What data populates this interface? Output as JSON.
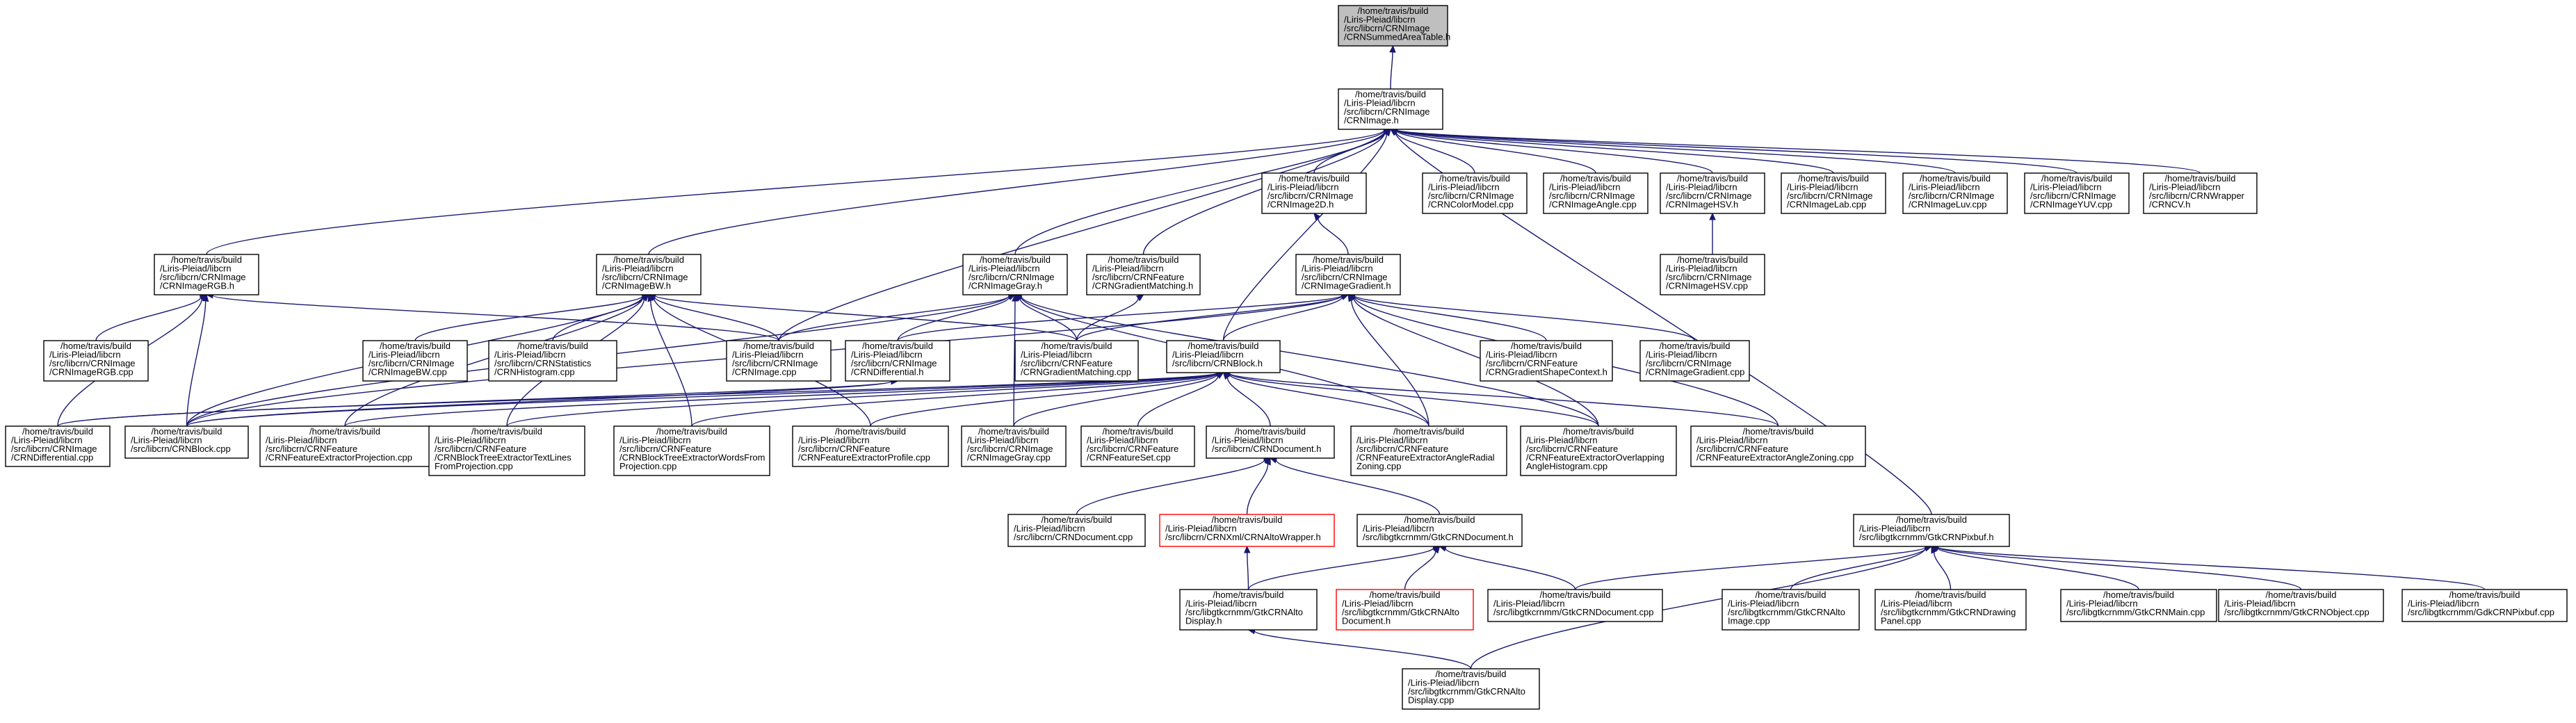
{
  "graph": {
    "root": "n0",
    "colors": {
      "edge": "#191970",
      "node_border": "#000000",
      "root_fill": "#bfbfbf",
      "missing_border": "#ff0000"
    },
    "nodes": {
      "n0": {
        "lines": [
          "/home/travis/build",
          "/Liris-Pleiad/libcrn",
          "/src/libcrn/CRNImage",
          "/CRNSummedAreaTable.h"
        ],
        "root": true
      },
      "n1": {
        "lines": [
          "/home/travis/build",
          "/Liris-Pleiad/libcrn",
          "/src/libcrn/CRNImage",
          "/CRNImage.h"
        ]
      },
      "n2": {
        "lines": [
          "/home/travis/build",
          "/Liris-Pleiad/libcrn",
          "/src/libcrn/CRNImage",
          "/CRNImageRGB.h"
        ]
      },
      "n3": {
        "lines": [
          "/home/travis/build",
          "/Liris-Pleiad/libcrn",
          "/src/libcrn/CRNImage",
          "/CRNImageBW.h"
        ]
      },
      "n4": {
        "lines": [
          "/home/travis/build",
          "/Liris-Pleiad/libcrn",
          "/src/libcrn/CRNImage",
          "/CRNImageGray.h"
        ]
      },
      "n5": {
        "lines": [
          "/home/travis/build",
          "/Liris-Pleiad/libcrn",
          "/src/libcrn/CRNFeature",
          "/CRNGradientMatching.h"
        ]
      },
      "n6": {
        "lines": [
          "/home/travis/build",
          "/Liris-Pleiad/libcrn",
          "/src/libcrn/CRNImage",
          "/CRNImage2D.h"
        ]
      },
      "n7": {
        "lines": [
          "/home/travis/build",
          "/Liris-Pleiad/libcrn",
          "/src/libcrn/CRNImage",
          "/CRNColorModel.cpp"
        ]
      },
      "n8": {
        "lines": [
          "/home/travis/build",
          "/Liris-Pleiad/libcrn",
          "/src/libcrn/CRNImage",
          "/CRNImageAngle.cpp"
        ]
      },
      "n9": {
        "lines": [
          "/home/travis/build",
          "/Liris-Pleiad/libcrn",
          "/src/libcrn/CRNImage",
          "/CRNImageHSV.h"
        ]
      },
      "n10": {
        "lines": [
          "/home/travis/build",
          "/Liris-Pleiad/libcrn",
          "/src/libcrn/CRNImage",
          "/CRNImageLab.cpp"
        ]
      },
      "n11": {
        "lines": [
          "/home/travis/build",
          "/Liris-Pleiad/libcrn",
          "/src/libcrn/CRNImage",
          "/CRNImageLuv.cpp"
        ]
      },
      "n12": {
        "lines": [
          "/home/travis/build",
          "/Liris-Pleiad/libcrn",
          "/src/libcrn/CRNImage",
          "/CRNImageYUV.cpp"
        ]
      },
      "n13": {
        "lines": [
          "/home/travis/build",
          "/Liris-Pleiad/libcrn",
          "/src/libcrn/CRNWrapper",
          "/CRNCV.h"
        ]
      },
      "n14": {
        "lines": [
          "/home/travis/build",
          "/Liris-Pleiad/libcrn",
          "/src/libcrn/CRNImage",
          "/CRNImageGradient.h"
        ]
      },
      "n15": {
        "lines": [
          "/home/travis/build",
          "/Liris-Pleiad/libcrn",
          "/src/libcrn/CRNImage",
          "/CRNImageHSV.cpp"
        ]
      },
      "n16": {
        "lines": [
          "/home/travis/build",
          "/Liris-Pleiad/libcrn",
          "/src/libcrn/CRNImage",
          "/CRNImageRGB.cpp"
        ]
      },
      "n17": {
        "lines": [
          "/home/travis/build",
          "/Liris-Pleiad/libcrn",
          "/src/libcrn/CRNImage",
          "/CRNImageBW.cpp"
        ]
      },
      "n18": {
        "lines": [
          "/home/travis/build",
          "/Liris-Pleiad/libcrn",
          "/src/libcrn/CRNStatistics",
          "/CRNHistogram.cpp"
        ]
      },
      "n19": {
        "lines": [
          "/home/travis/build",
          "/Liris-Pleiad/libcrn",
          "/src/libcrn/CRNImage",
          "/CRNImage.cpp"
        ]
      },
      "n20": {
        "lines": [
          "/home/travis/build",
          "/Liris-Pleiad/libcrn",
          "/src/libcrn/CRNImage",
          "/CRNDifferential.h"
        ]
      },
      "n21": {
        "lines": [
          "/home/travis/build",
          "/Liris-Pleiad/libcrn",
          "/src/libcrn/CRNFeature",
          "/CRNGradientMatching.cpp"
        ]
      },
      "n22": {
        "lines": [
          "/home/travis/build",
          "/Liris-Pleiad/libcrn",
          "/src/libcrn/CRNBlock.h"
        ]
      },
      "n23": {
        "lines": [
          "/home/travis/build",
          "/Liris-Pleiad/libcrn",
          "/src/libcrn/CRNFeature",
          "/CRNGradientShapeContext.h"
        ]
      },
      "n24": {
        "lines": [
          "/home/travis/build",
          "/Liris-Pleiad/libcrn",
          "/src/libcrn/CRNImage",
          "/CRNImageGradient.cpp"
        ]
      },
      "n25": {
        "lines": [
          "/home/travis/build",
          "/Liris-Pleiad/libcrn",
          "/src/libcrn/CRNImage",
          "/CRNDifferential.cpp"
        ]
      },
      "n26": {
        "lines": [
          "/home/travis/build",
          "/Liris-Pleiad/libcrn",
          "/src/libcrn/CRNBlock.cpp"
        ]
      },
      "n27": {
        "lines": [
          "/home/travis/build",
          "/Liris-Pleiad/libcrn",
          "/src/libcrn/CRNFeature",
          "/CRNFeatureExtractorProjection.cpp"
        ]
      },
      "n28": {
        "lines": [
          "/home/travis/build",
          "/Liris-Pleiad/libcrn",
          "/src/libcrn/CRNFeature",
          "/CRNBlockTreeExtractorTextLines",
          "FromProjection.cpp"
        ]
      },
      "n29": {
        "lines": [
          "/home/travis/build",
          "/Liris-Pleiad/libcrn",
          "/src/libcrn/CRNFeature",
          "/CRNBlockTreeExtractorWordsFrom",
          "Projection.cpp"
        ]
      },
      "n30": {
        "lines": [
          "/home/travis/build",
          "/Liris-Pleiad/libcrn",
          "/src/libcrn/CRNFeature",
          "/CRNFeatureExtractorProfile.cpp"
        ]
      },
      "n31": {
        "lines": [
          "/home/travis/build",
          "/Liris-Pleiad/libcrn",
          "/src/libcrn/CRNImage",
          "/CRNImageGray.cpp"
        ]
      },
      "n32": {
        "lines": [
          "/home/travis/build",
          "/Liris-Pleiad/libcrn",
          "/src/libcrn/CRNFeature",
          "/CRNFeatureSet.cpp"
        ]
      },
      "n33": {
        "lines": [
          "/home/travis/build",
          "/Liris-Pleiad/libcrn",
          "/src/libcrn/CRNDocument.h"
        ]
      },
      "n34": {
        "lines": [
          "/home/travis/build",
          "/Liris-Pleiad/libcrn",
          "/src/libcrn/CRNFeature",
          "/CRNFeatureExtractorAngleRadial",
          "Zoning.cpp"
        ]
      },
      "n35": {
        "lines": [
          "/home/travis/build",
          "/Liris-Pleiad/libcrn",
          "/src/libcrn/CRNFeature",
          "/CRNFeatureExtractorOverlapping",
          "AngleHistogram.cpp"
        ]
      },
      "n36": {
        "lines": [
          "/home/travis/build",
          "/Liris-Pleiad/libcrn",
          "/src/libcrn/CRNFeature",
          "/CRNFeatureExtractorAngleZoning.cpp"
        ]
      },
      "n37": {
        "lines": [
          "/home/travis/build",
          "/Liris-Pleiad/libcrn",
          "/src/libcrn/CRNDocument.cpp"
        ]
      },
      "n38": {
        "lines": [
          "/home/travis/build",
          "/Liris-Pleiad/libcrn",
          "/src/libcrn/CRNXml/CRNAltoWrapper.h"
        ],
        "missing": true
      },
      "n39": {
        "lines": [
          "/home/travis/build",
          "/Liris-Pleiad/libcrn",
          "/src/libgtkcrnmm/GtkCRNDocument.h"
        ]
      },
      "n40": {
        "lines": [
          "/home/travis/build",
          "/Liris-Pleiad/libcrn",
          "/src/libgtkcrnmm/GtkCRNPixbuf.h"
        ]
      },
      "n41": {
        "lines": [
          "/home/travis/build",
          "/Liris-Pleiad/libcrn",
          "/src/libgtkcrnmm/GtkCRNAlto",
          "Display.h"
        ]
      },
      "n42": {
        "lines": [
          "/home/travis/build",
          "/Liris-Pleiad/libcrn",
          "/src/libgtkcrnmm/GtkCRNAlto",
          "Document.h"
        ],
        "missing": true
      },
      "n43": {
        "lines": [
          "/home/travis/build",
          "/Liris-Pleiad/libcrn",
          "/src/libgtkcrnmm/GtkCRNDocument.cpp"
        ]
      },
      "n44": {
        "lines": [
          "/home/travis/build",
          "/Liris-Pleiad/libcrn",
          "/src/libgtkcrnmm/GtkCRNAlto",
          "Image.cpp"
        ]
      },
      "n45": {
        "lines": [
          "/home/travis/build",
          "/Liris-Pleiad/libcrn",
          "/src/libgtkcrnmm/GtkCRNDrawing",
          "Panel.cpp"
        ]
      },
      "n46": {
        "lines": [
          "/home/travis/build",
          "/Liris-Pleiad/libcrn",
          "/src/libgtkcrnmm/GtkCRNMain.cpp"
        ]
      },
      "n47": {
        "lines": [
          "/home/travis/build",
          "/Liris-Pleiad/libcrn",
          "/src/libgtkcrnmm/GtkCRNObject.cpp"
        ]
      },
      "n48": {
        "lines": [
          "/home/travis/build",
          "/Liris-Pleiad/libcrn",
          "/src/libgtkcrnmm/GdkCRNPixbuf.cpp"
        ]
      },
      "n49": {
        "lines": [
          "/home/travis/build",
          "/Liris-Pleiad/libcrn",
          "/src/libgtkcrnmm/GtkCRNAlto",
          "Display.cpp"
        ]
      }
    },
    "edges": [
      [
        "n1",
        "n0"
      ],
      [
        "n2",
        "n1"
      ],
      [
        "n3",
        "n1"
      ],
      [
        "n4",
        "n1"
      ],
      [
        "n5",
        "n1"
      ],
      [
        "n6",
        "n1"
      ],
      [
        "n7",
        "n1"
      ],
      [
        "n8",
        "n1"
      ],
      [
        "n9",
        "n1"
      ],
      [
        "n10",
        "n1"
      ],
      [
        "n11",
        "n1"
      ],
      [
        "n12",
        "n1"
      ],
      [
        "n13",
        "n1"
      ],
      [
        "n19",
        "n1"
      ],
      [
        "n22",
        "n1"
      ],
      [
        "n40",
        "n1"
      ],
      [
        "n14",
        "n6"
      ],
      [
        "n15",
        "n9"
      ],
      [
        "n16",
        "n2"
      ],
      [
        "n19",
        "n2"
      ],
      [
        "n25",
        "n2"
      ],
      [
        "n26",
        "n2"
      ],
      [
        "n17",
        "n3"
      ],
      [
        "n18",
        "n3"
      ],
      [
        "n19",
        "n3"
      ],
      [
        "n21",
        "n3"
      ],
      [
        "n26",
        "n3"
      ],
      [
        "n27",
        "n3"
      ],
      [
        "n28",
        "n3"
      ],
      [
        "n29",
        "n3"
      ],
      [
        "n30",
        "n3"
      ],
      [
        "n19",
        "n4"
      ],
      [
        "n20",
        "n4"
      ],
      [
        "n21",
        "n4"
      ],
      [
        "n26",
        "n4"
      ],
      [
        "n31",
        "n4"
      ],
      [
        "n34",
        "n4"
      ],
      [
        "n35",
        "n4"
      ],
      [
        "n21",
        "n5"
      ],
      [
        "n20",
        "n14"
      ],
      [
        "n21",
        "n14"
      ],
      [
        "n22",
        "n14"
      ],
      [
        "n23",
        "n14"
      ],
      [
        "n24",
        "n14"
      ],
      [
        "n34",
        "n14"
      ],
      [
        "n35",
        "n14"
      ],
      [
        "n36",
        "n14"
      ],
      [
        "n26",
        "n14"
      ],
      [
        "n25",
        "n20"
      ],
      [
        "n26",
        "n20"
      ],
      [
        "n25",
        "n22"
      ],
      [
        "n26",
        "n22"
      ],
      [
        "n27",
        "n22"
      ],
      [
        "n28",
        "n22"
      ],
      [
        "n29",
        "n22"
      ],
      [
        "n30",
        "n22"
      ],
      [
        "n31",
        "n22"
      ],
      [
        "n32",
        "n22"
      ],
      [
        "n33",
        "n22"
      ],
      [
        "n34",
        "n22"
      ],
      [
        "n35",
        "n22"
      ],
      [
        "n36",
        "n22"
      ],
      [
        "n37",
        "n33"
      ],
      [
        "n38",
        "n33"
      ],
      [
        "n39",
        "n33"
      ],
      [
        "n41",
        "n38"
      ],
      [
        "n41",
        "n39"
      ],
      [
        "n42",
        "n39"
      ],
      [
        "n43",
        "n39"
      ],
      [
        "n43",
        "n40"
      ],
      [
        "n44",
        "n40"
      ],
      [
        "n45",
        "n40"
      ],
      [
        "n46",
        "n40"
      ],
      [
        "n47",
        "n40"
      ],
      [
        "n48",
        "n40"
      ],
      [
        "n49",
        "n40"
      ],
      [
        "n49",
        "n41"
      ]
    ]
  }
}
